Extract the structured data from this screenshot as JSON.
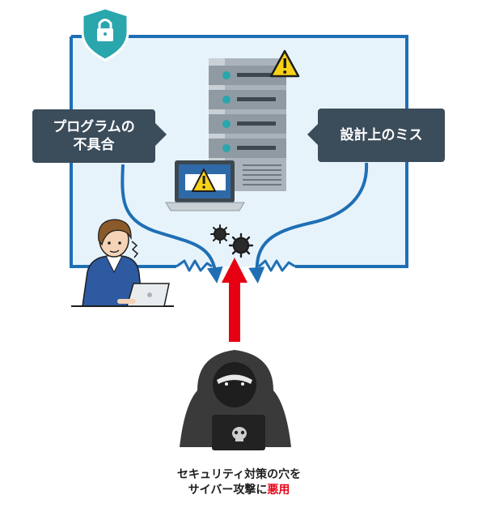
{
  "labels": {
    "program_bug_line1": "プログラムの",
    "program_bug_line2": "不具合",
    "design_mistake": "設計上のミス"
  },
  "caption": {
    "line1": "セキュリティ対策の穴を",
    "line2_prefix": "サイバー攻撃に",
    "line2_emphasis": "悪用"
  },
  "icons": [
    "lock-shield-icon",
    "warning-icon",
    "virus-icon",
    "skull-icon"
  ],
  "colors": {
    "boundary_blue": "#1f6fb4",
    "boundary_fill": "#e7f3fb",
    "label_bg": "#3b4c5a",
    "attack_arrow": "#e60012",
    "emphasis_text": "#e60012",
    "server_body": "#9aa4ad",
    "warning_yellow": "#f7d117"
  }
}
